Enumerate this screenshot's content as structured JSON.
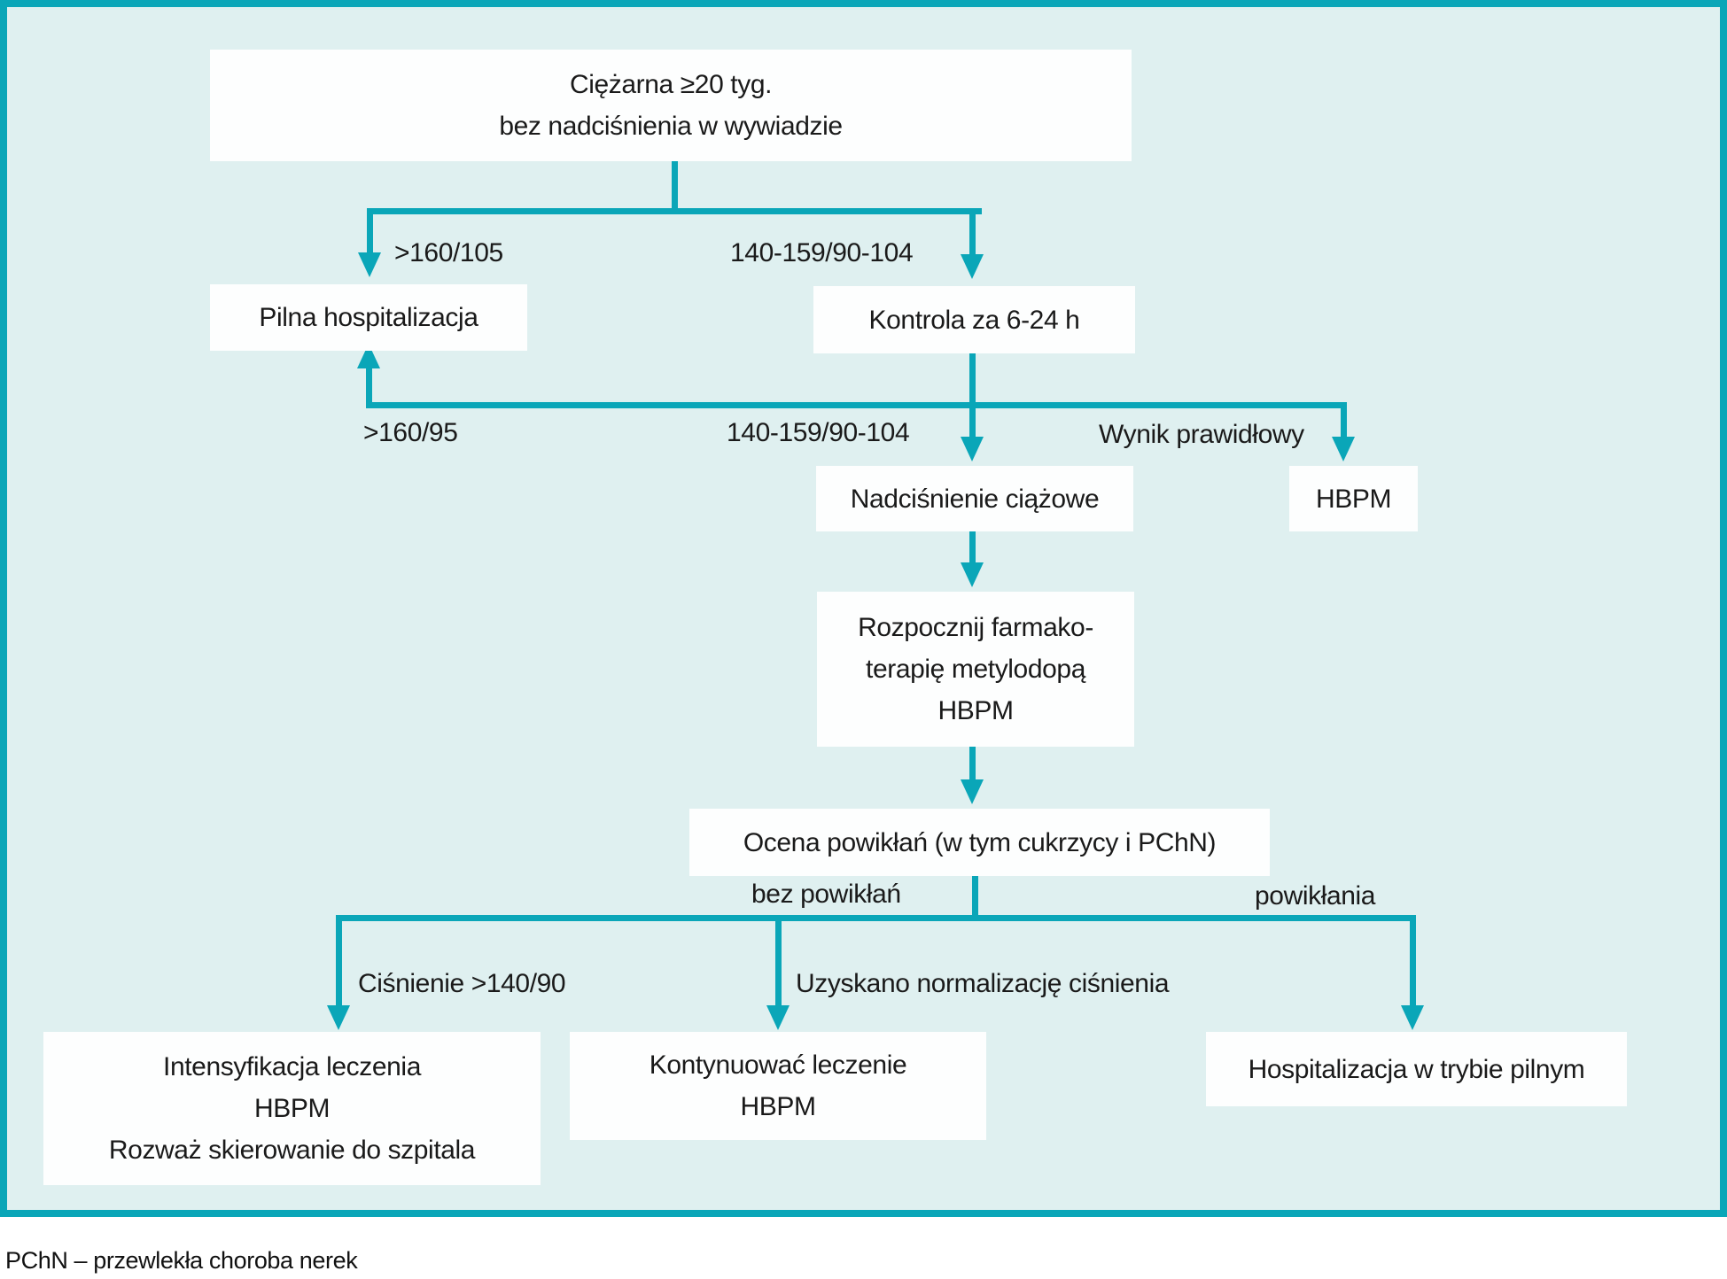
{
  "colors": {
    "teal": "#0aa6b8",
    "bg": "#dff0f0",
    "box": "#fdfefe",
    "ink": "#1a1a1a"
  },
  "nodes": {
    "start": {
      "lines": [
        "Ciężarna ≥20 tyg.",
        "bez nadciśnienia w wywiadzie"
      ]
    },
    "pilna": {
      "label": "Pilna hospitalizacja"
    },
    "kontrola": {
      "label": "Kontrola za 6-24 h"
    },
    "nadcisnienie": {
      "label": "Nadciśnienie ciążowe"
    },
    "hbpm": {
      "label": "HBPM"
    },
    "rozpocznij": {
      "lines": [
        "Rozpocznij farmako-",
        "terapię metylodopą",
        "HBPM"
      ]
    },
    "ocena": {
      "label": "Ocena powikłań (w tym cukrzycy i PChN)"
    },
    "intensyfikacja": {
      "lines": [
        "Intensyfikacja leczenia",
        "HBPM",
        "Rozważ skierowanie do szpitala"
      ]
    },
    "kontynuowac": {
      "lines": [
        "Kontynuować leczenie",
        "HBPM"
      ]
    },
    "hospitalizacja": {
      "label": "Hospitalizacja w trybie pilnym"
    }
  },
  "edge_labels": {
    "gt160_105": ">160/105",
    "range_row1": "140-159/90-104",
    "gt160_95": ">160/95",
    "range_row2": "140-159/90-104",
    "wynik": "Wynik prawidłowy",
    "bez_powiklan": "bez powikłań",
    "powiklania": "powikłania",
    "cisnienie": "Ciśnienie >140/90",
    "uzyskano": "Uzyskano normalizację ciśnienia"
  },
  "footer": {
    "note": "PChN – przewlekła choroba nerek"
  }
}
